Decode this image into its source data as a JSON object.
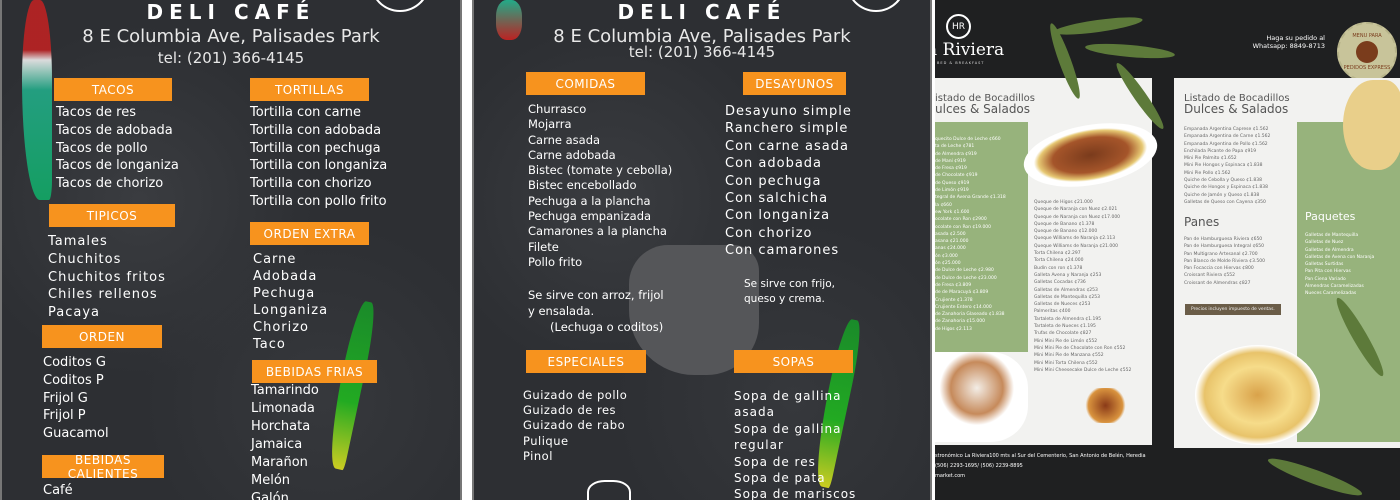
{
  "deli1": {
    "title": "DELI CAFÉ",
    "address": "8 E Columbia Ave, Palisades Park",
    "tel": "tel: (201) 366-4145",
    "sections": [
      {
        "name": "TACOS",
        "items": [
          "Tacos de res",
          "Tacos de adobada",
          "Tacos de pollo",
          "Tacos de longaniza",
          "Tacos de chorizo"
        ]
      },
      {
        "name": "TIPICOS",
        "items": [
          "Tamales",
          "Chuchitos",
          "Chuchitos fritos",
          "Chiles rellenos",
          "Pacaya"
        ]
      },
      {
        "name": "ORDEN",
        "items": [
          "Coditos G",
          "Coditos P",
          "Frijol G",
          "Frijol P",
          "Guacamol"
        ]
      },
      {
        "name": "BEBIDAS CALIENTES",
        "items": [
          "Café"
        ]
      },
      {
        "name": "TORTILLAS",
        "items": [
          "Tortilla con carne",
          "Tortilla con adobada",
          "Tortilla con pechuga",
          "Tortilla con longaniza",
          "Tortilla con chorizo",
          "Tortilla con pollo frito"
        ]
      },
      {
        "name": "ORDEN EXTRA",
        "items": [
          "Carne",
          "Adobada",
          "Pechuga",
          "Longaniza",
          "Chorizo",
          "Taco"
        ]
      },
      {
        "name": "BEBIDAS FRIAS",
        "items": [
          "Tamarindo",
          "Limonada",
          "Horchata",
          "Jamaica",
          "Marañon",
          "Melón",
          "Galón"
        ]
      }
    ]
  },
  "deli2": {
    "title": "DELI CAFÉ",
    "address": "8 E Columbia Ave, Palisades Park",
    "tel": "tel: (201) 366-4145",
    "sections": [
      {
        "name": "COMIDAS",
        "items": [
          "Churrasco",
          "Mojarra",
          "Carne asada",
          "Carne adobada",
          "Bistec (tomate y cebolla)",
          "Bistec encebollado",
          "Pechuga a la plancha",
          "Pechuga empanizada",
          "Camarones a la plancha",
          "Filete",
          "Pollo frito"
        ],
        "note": [
          "Se sirve con arroz, frijol",
          "y ensalada.",
          "(Lechuga o coditos)"
        ]
      },
      {
        "name": "DESAYUNOS",
        "items": [
          "Desayuno simple",
          "Ranchero simple",
          "Con carne asada",
          "Con adobada",
          "Con pechuga",
          "Con salchicha",
          "Con longaniza",
          "Con chorizo",
          "Con camarones"
        ],
        "note": [
          "Se sirve con frijo,",
          "queso y crema."
        ]
      },
      {
        "name": "ESPECIALES",
        "items": [
          "Guizado de pollo",
          "Guizado de res",
          "Guizado de rabo",
          "Pulique",
          "Pinol"
        ]
      },
      {
        "name": "SOPAS",
        "items": [
          "Sopa de gallina",
          "asada",
          "Sopa de gallina",
          "regular",
          "Sopa de res",
          "Sopa de pata",
          "Sopa de mariscos"
        ]
      }
    ]
  },
  "riviera": {
    "logo": "HR",
    "brand": "a Riviera",
    "tagline": "BED & BREAKFAST",
    "order_line1": "Haga su pedido al",
    "order_line2": "Whatsapp: 8849-8713",
    "badge_top": "MENU PARA",
    "badge_bottom": "PEDIDOS EXPRESS",
    "left_title1": "istado de Bocadillos",
    "left_title2": "ulces & Salados",
    "left_green": [
      "quecito Dulce de Leche  ¢660",
      "ta de Leche  ¢781",
      "de Almendra  ¢919",
      "de Maní  ¢919",
      "de Fresa  ¢919",
      "de Chocolate  ¢919",
      "de Queso  ¢919",
      "de Limón  ¢919",
      "tegral de Avena Grande  ¢1.318",
      "la  ¢660",
      "ew York  ¢1.600",
      "ocolate con Ron  ¢2900",
      "ocolate con Ron  ¢19.000",
      "asada  ¢2.500",
      "asana  ¢21.000",
      "anas  ¢24.000",
      "ón  ¢3.000",
      "ón  ¢25.000",
      "de Dulce de Leche  ¢2.980",
      "de Dulce de Leche  ¢23.000",
      "de Fresa  ¢3.809",
      "de de Maracuyá  ¢3.809",
      "Crujiente  ¢1.378",
      "Crujiente Entero  ¢14.000",
      "de Zanahoria Glaseado  ¢1.838",
      "",
      "de Zanahoria  ¢15.000",
      "de Higos  ¢2.113"
    ],
    "left_white": [
      "Queque de Higos  ¢21.000",
      "Queque de Naranja con Nuez  ¢2.021",
      "Queque de Naranja con Nuez  ¢17.000",
      "Queque de Banano  ¢1.378",
      "Queque de Banano  ¢12.000",
      "Queque Williams de Naranja  ¢2.113",
      "Queque Williams de Naranja  ¢21.000",
      "Torta Chilena  ¢2.297",
      "Torta Chilena  ¢24.000",
      "Budín con ron  ¢1.378",
      "Galleta Avena y Naranja  ¢253",
      "Galletas Cocadas  ¢736",
      "Galletas de Almendras  ¢253",
      "Galletas de Mantequilla  ¢253",
      "Galletas de Nueces  ¢253",
      "Palmeritas  ¢400",
      "Tartaleta de Almendra  ¢1.195",
      "Tartaleta de Nueces  ¢1.195",
      "Trufas de Chocolate  ¢827",
      "Mini Mini Pie de Limón  ¢552",
      "Mini Mini Pie de Chocolate con Ron  ¢552",
      "Mini Mini Pie de Manzana  ¢552",
      "Mini Mini Torta Chilena  ¢552",
      "Mini Mini Cheesecake Dulce de Leche  ¢552"
    ],
    "right_title1": "Listado de Bocadillos",
    "right_title2": "Dulces & Salados",
    "right_list": [
      "Empanada Argentina Caprese  ¢1.562",
      "Empanada Argentina de Carne  ¢1.562",
      "Empanada Argentina de Pollo  ¢1.562",
      "Enchilada Picante de Papa  ¢919",
      "Mini Pie Palmito  ¢1.652",
      "Mini Pie Hongos y Espinaca  ¢1.838",
      "Mini Pie Pollo  ¢1.562",
      "Quiche de Cebolla y Queso  ¢1.838",
      "Quiche de Hongos y Espinaca  ¢1.838",
      "Quiche de Jamón y Queso  ¢1.838",
      "Galletas de Queso con Cayena  ¢350"
    ],
    "panes_title": "Panes",
    "panes": [
      "Pan de Hamburguesa Riviera  ¢650",
      "Pan de Hamburguesa Integral  ¢650",
      "Pan Multigrano Artesanal  ¢2.700",
      "Pan Blanco de Molde Riviera  ¢3.500",
      "Pan Focaccia con Hiervas  ¢800",
      "Croissant Riviera  ¢552",
      "Croissant de Almendras  ¢827"
    ],
    "taxes": "Precios incluyen impuesto de ventas.",
    "paquetes_title": "Paquetes",
    "paquetes": [
      "Galletas de Mantequilla",
      "Galletas de Nuez",
      "Galletas de Almendra",
      "Galletas de Avena con Naranja",
      "Galletas Surtidas",
      "Pan Pita con Hiervas",
      "Pan Ciena Variado",
      "Almendras Caramelizadas",
      "Nueces Caramelizadas"
    ],
    "footer": [
      "stronómico La Riviera100 mts al Sur del Cementerio, San Antonio de Belén, Heredia",
      "(506) 2293-1695/ (506) 2239-8895",
      "market.com"
    ]
  },
  "colors": {
    "accent": "#f7931e",
    "slate": "#2d2f33",
    "green": "#97b37c"
  }
}
